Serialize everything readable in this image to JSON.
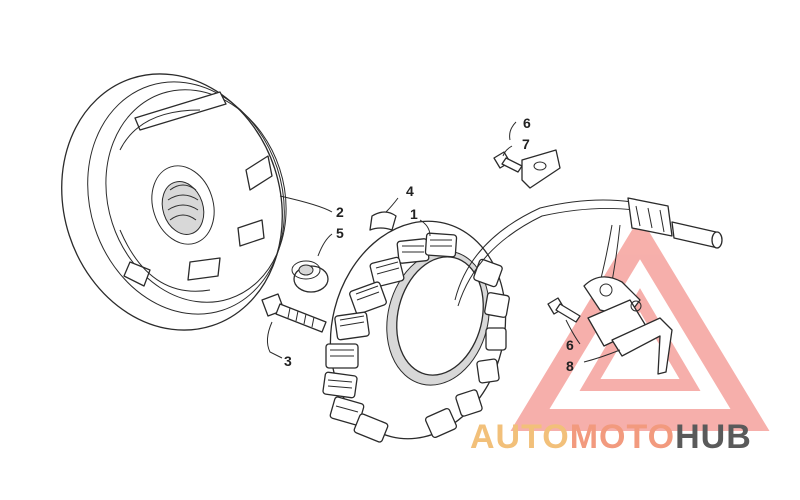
{
  "callouts": {
    "c1": "1",
    "c2": "2",
    "c3": "3",
    "c4": "4",
    "c5": "5",
    "c6a": "6",
    "c6b": "6",
    "c7": "7",
    "c8": "8"
  },
  "watermark": {
    "part1": "AUTO",
    "part2": "MOTO",
    "part3": "HUB",
    "colors": {
      "auto": "#f2c07a",
      "moto": "#f29a7e",
      "hub": "#5a5a5a",
      "logo": "#f4958f"
    }
  }
}
